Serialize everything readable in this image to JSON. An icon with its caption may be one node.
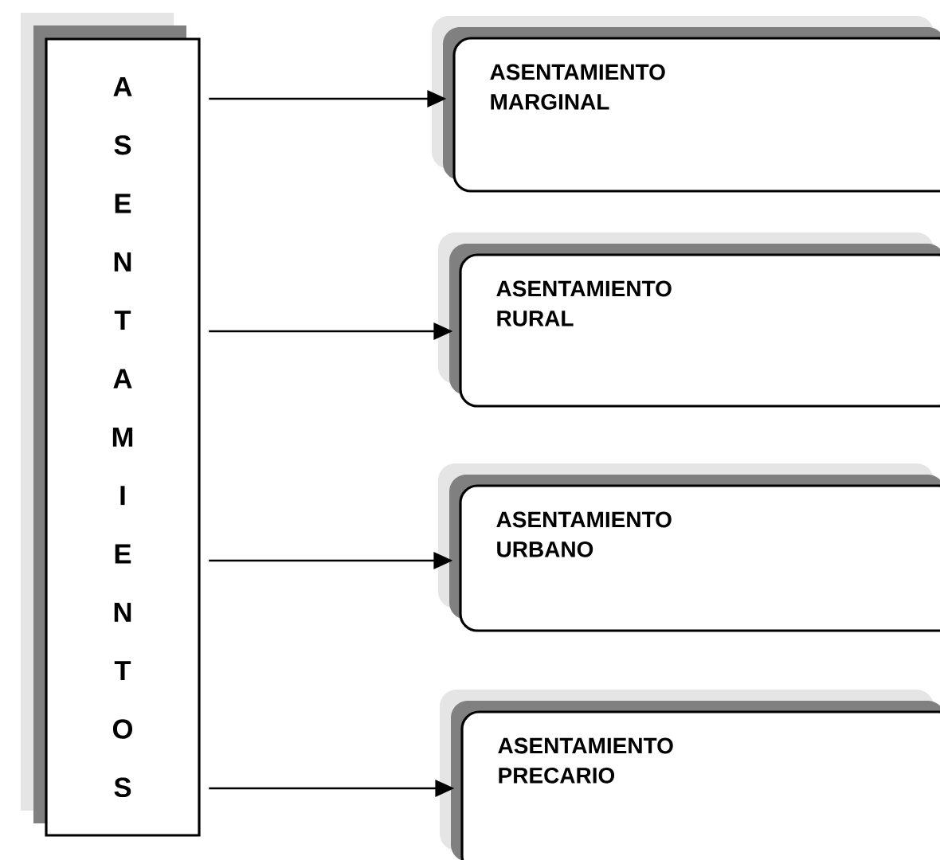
{
  "diagram": {
    "nodes": [
      {
        "text": [
          "ASENTAMIENTOS"
        ]
      },
      {
        "text": [
          "ASENTAMIENTO MARGINAL"
        ]
      },
      {
        "text": [
          "ASENTAMIENTO RURAL"
        ]
      },
      {
        "text": [
          "ASENTAMIENTO URBANO"
        ]
      },
      {
        "text": [
          "ASENTAMIENTO PRECARIO"
        ]
      }
    ],
    "edges": [
      {
        "from": 0,
        "to": 1,
        "arrow": "to"
      },
      {
        "from": 0,
        "to": 2,
        "arrow": "to"
      },
      {
        "from": 0,
        "to": 3,
        "arrow": "to"
      },
      {
        "from": 0,
        "to": 4,
        "arrow": "to"
      }
    ]
  }
}
